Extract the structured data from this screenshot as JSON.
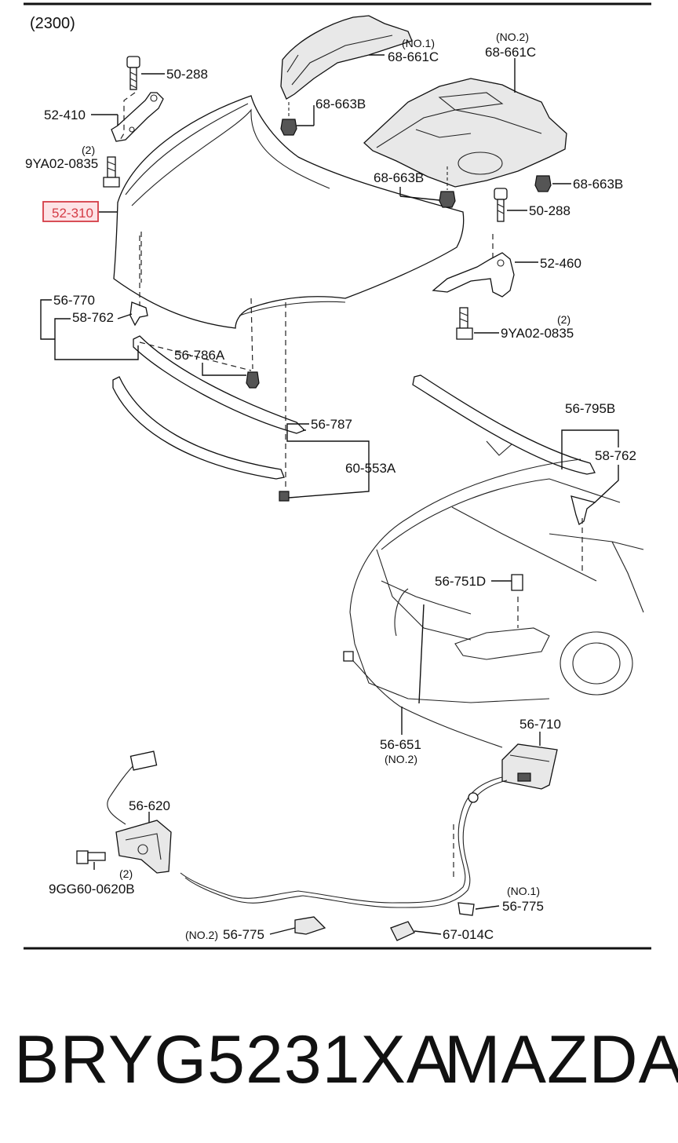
{
  "diagram": {
    "group_code": "(2300)",
    "highlight_color": "#d43c46",
    "callouts": [
      {
        "id": "50-288-a",
        "text": "50-288"
      },
      {
        "id": "52-410",
        "text": "52-410"
      },
      {
        "id": "qty-2-a",
        "text": "(2)"
      },
      {
        "id": "9ya02-0835-a",
        "text": "9YA02-0835"
      },
      {
        "id": "52-310",
        "text": "52-310",
        "highlighted": true
      },
      {
        "id": "no1-a",
        "text": "(NO.1)"
      },
      {
        "id": "68-661c-a",
        "text": "68-661C"
      },
      {
        "id": "no2-a",
        "text": "(NO.2)"
      },
      {
        "id": "68-661c-b",
        "text": "68-661C"
      },
      {
        "id": "68-663b-a",
        "text": "68-663B"
      },
      {
        "id": "68-663b-b",
        "text": "68-663B"
      },
      {
        "id": "68-663b-c",
        "text": "68-663B"
      },
      {
        "id": "50-288-b",
        "text": "50-288"
      },
      {
        "id": "52-460",
        "text": "52-460"
      },
      {
        "id": "qty-2-b",
        "text": "(2)"
      },
      {
        "id": "9ya02-0835-b",
        "text": "9YA02-0835"
      },
      {
        "id": "56-770",
        "text": "56-770"
      },
      {
        "id": "58-762-a",
        "text": "58-762"
      },
      {
        "id": "56-786a",
        "text": "56-786A"
      },
      {
        "id": "56-787",
        "text": "56-787"
      },
      {
        "id": "60-553a",
        "text": "60-553A"
      },
      {
        "id": "56-795b",
        "text": "56-795B"
      },
      {
        "id": "58-762-b",
        "text": "58-762"
      },
      {
        "id": "56-751d",
        "text": "56-751D"
      },
      {
        "id": "56-651",
        "text": "56-651"
      },
      {
        "id": "no2-b",
        "text": "(NO.2)"
      },
      {
        "id": "56-710",
        "text": "56-710"
      },
      {
        "id": "56-620",
        "text": "56-620"
      },
      {
        "id": "qty-2-c",
        "text": "(2)"
      },
      {
        "id": "9gg60-0620b",
        "text": "9GG60-0620B"
      },
      {
        "id": "no1-b",
        "text": "(NO.1)"
      },
      {
        "id": "56-775-a",
        "text": "56-775"
      },
      {
        "id": "no2-c",
        "text": "(NO.2)"
      },
      {
        "id": "56-775-b",
        "text": "56-775"
      },
      {
        "id": "67-014c",
        "text": "67-014C"
      }
    ]
  },
  "footer": {
    "part_number": "BRYG5231XA",
    "brand": "MAZDA"
  }
}
